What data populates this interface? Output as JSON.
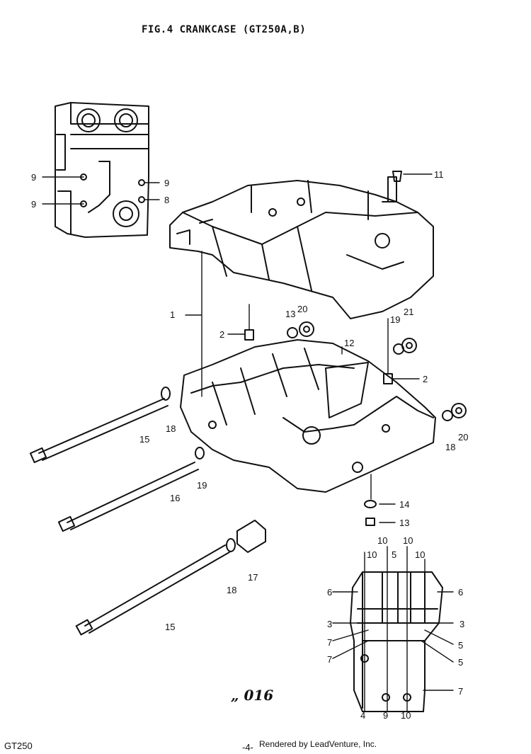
{
  "title": "FIG.4  CRANKCASE (GT250A,B)",
  "footer": {
    "model": "GT250",
    "page": "-4-",
    "rendered_by": "Rendered by LeadVenture, Inc."
  },
  "drawing_code": "„ 016",
  "callouts": [
    "9",
    "9",
    "9",
    "9",
    "8",
    "11",
    "1",
    "2",
    "13",
    "20",
    "19",
    "21",
    "12",
    "2",
    "18",
    "15",
    "16",
    "19",
    "18",
    "20",
    "14",
    "13",
    "17",
    "18",
    "15",
    "10",
    "10",
    "5",
    "10",
    "10",
    "6",
    "6",
    "3",
    "3",
    "7",
    "5",
    "7",
    "5",
    "7",
    "4",
    "9",
    "10"
  ]
}
